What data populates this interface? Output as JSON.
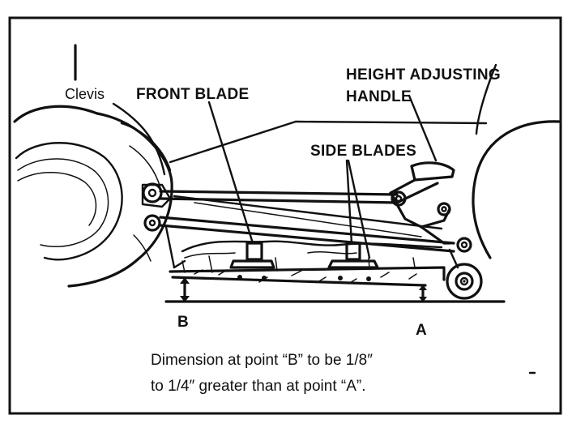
{
  "labels": {
    "clevis": "Clevis",
    "front_blade": "FRONT BLADE",
    "height_adjusting_line1": "HEIGHT ADJUSTING",
    "height_adjusting_line2": "HANDLE",
    "side_blades": "SIDE BLADES",
    "point_b": "B",
    "point_a": "A"
  },
  "caption": {
    "line1": "Dimension at point “B” to be 1/8″",
    "line2": "to 1/4″ greater than at point “A”."
  }
}
